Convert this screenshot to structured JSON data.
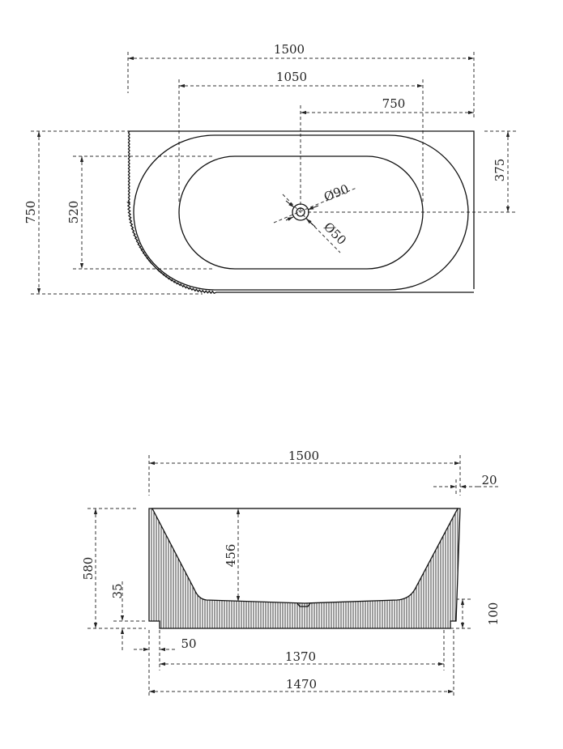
{
  "top_view": {
    "dim_overall_length": "1500",
    "dim_inner_length": "1050",
    "dim_drain_offset_x": "750",
    "dim_overall_width": "750",
    "dim_inner_width": "520",
    "dim_drain_offset_y": "375",
    "dim_drain_outer": "Ø90",
    "dim_drain_inner": "Ø50"
  },
  "side_view": {
    "dim_overall_length": "1500",
    "dim_rim_offset": "20",
    "dim_height": "580",
    "dim_inner_depth": "456",
    "dim_plinth_height": "35",
    "dim_floor_height": "100",
    "dim_plinth_inset": "50",
    "dim_plinth_length": "1370",
    "dim_base_length": "1470"
  }
}
